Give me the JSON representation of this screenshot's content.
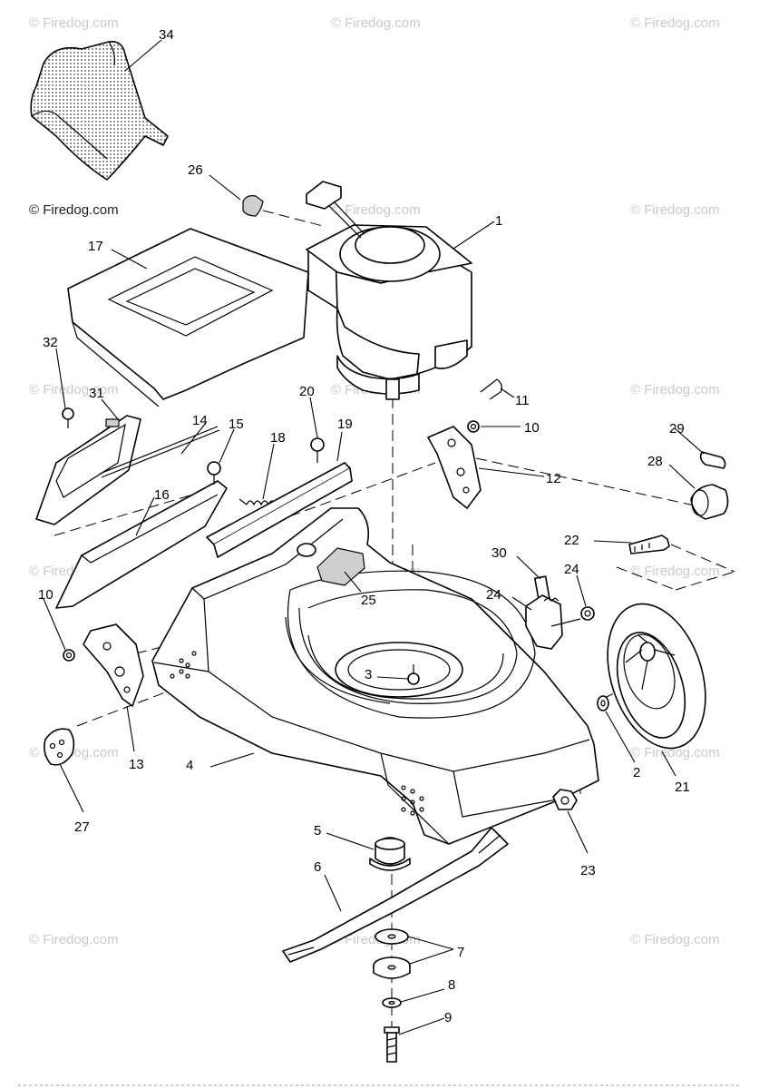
{
  "watermark": "© Firedog.com",
  "callouts": [
    "1",
    "2",
    "3",
    "4",
    "5",
    "6",
    "7",
    "8",
    "9",
    "10",
    "10",
    "11",
    "12",
    "13",
    "14",
    "15",
    "16",
    "17",
    "18",
    "19",
    "20",
    "21",
    "22",
    "23",
    "24",
    "24",
    "25",
    "26",
    "27",
    "28",
    "29",
    "30",
    "31",
    "32",
    "34"
  ]
}
